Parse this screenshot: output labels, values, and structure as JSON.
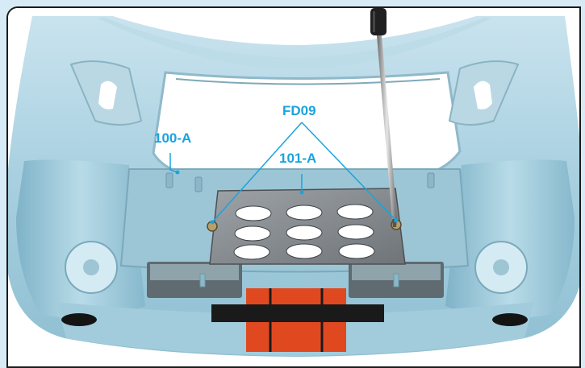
{
  "callouts": {
    "fd09": "FD09",
    "part_100a": "100-A",
    "part_101a": "101-A"
  },
  "colors": {
    "callout": "#1aa3dd",
    "body_paint": "#a9d0df",
    "stripe_orange": "#e0491f",
    "stripe_black": "#1a1a1a",
    "grille_plate": "#8a8e92",
    "frame_bg": "#d6ebf6"
  },
  "icons": {
    "tool": "screwdriver-icon"
  }
}
